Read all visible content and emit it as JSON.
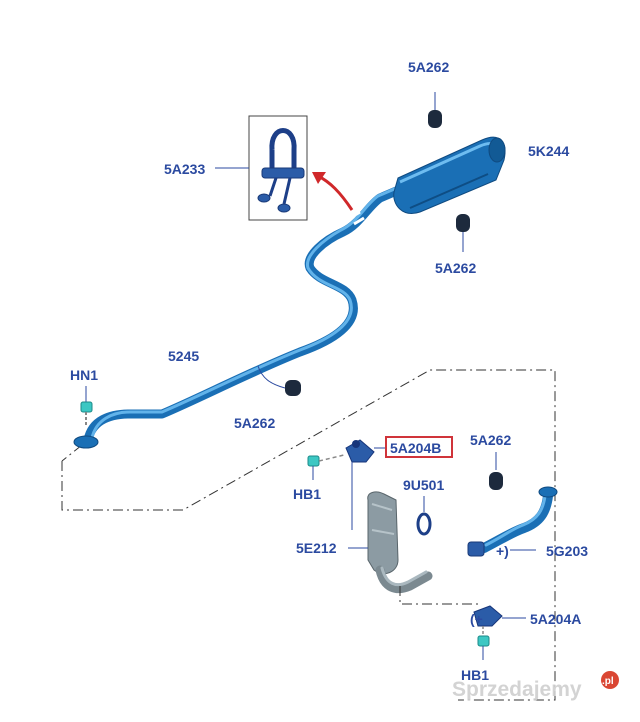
{
  "parts": {
    "muffler_mount_upper": "5A262",
    "rear_muffler": "5K244",
    "muffler_mount_lower": "5A262",
    "clamp": "5A233",
    "intermediate_pipe": "5245",
    "pipe_mount": "5A262",
    "nut_front": "HN1",
    "bracket_b": "5A204B",
    "catalyst_mount": "5A262",
    "bolt_front": "HB1",
    "gasket": "9U501",
    "catalytic_converter": "5E212",
    "flex_pipe": "5G203",
    "bracket_a": "5A204A",
    "bolt_rear": "HB1"
  },
  "bracket_b_highlight_color": "#d0343a",
  "label_color": "#2b4aa0",
  "pipe_color": "#1a6fb5",
  "watermark": {
    "text": "Sprzedajemy",
    "suffix": ".pl"
  }
}
